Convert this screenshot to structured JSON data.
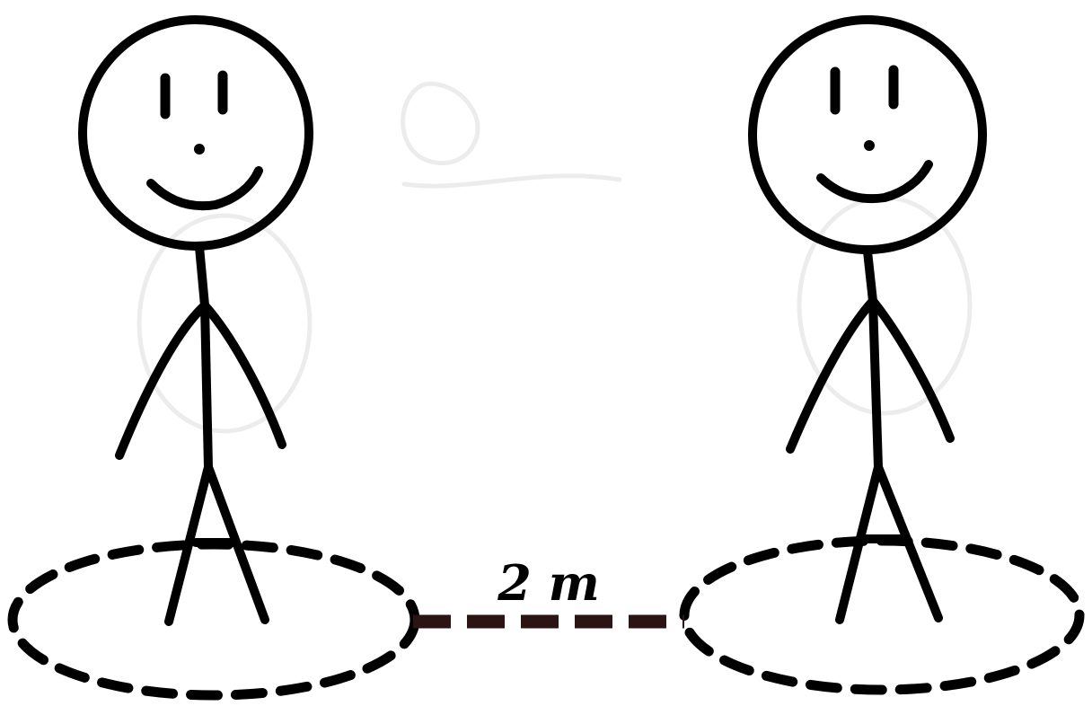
{
  "distance_label": "2 m",
  "colors": {
    "background": "#ffffff",
    "ink": "#000000",
    "distance_line": "#2a1414",
    "faint_sketch": "#e9e9e9"
  },
  "figures": [
    {
      "name": "person-left"
    },
    {
      "name": "person-right"
    }
  ]
}
